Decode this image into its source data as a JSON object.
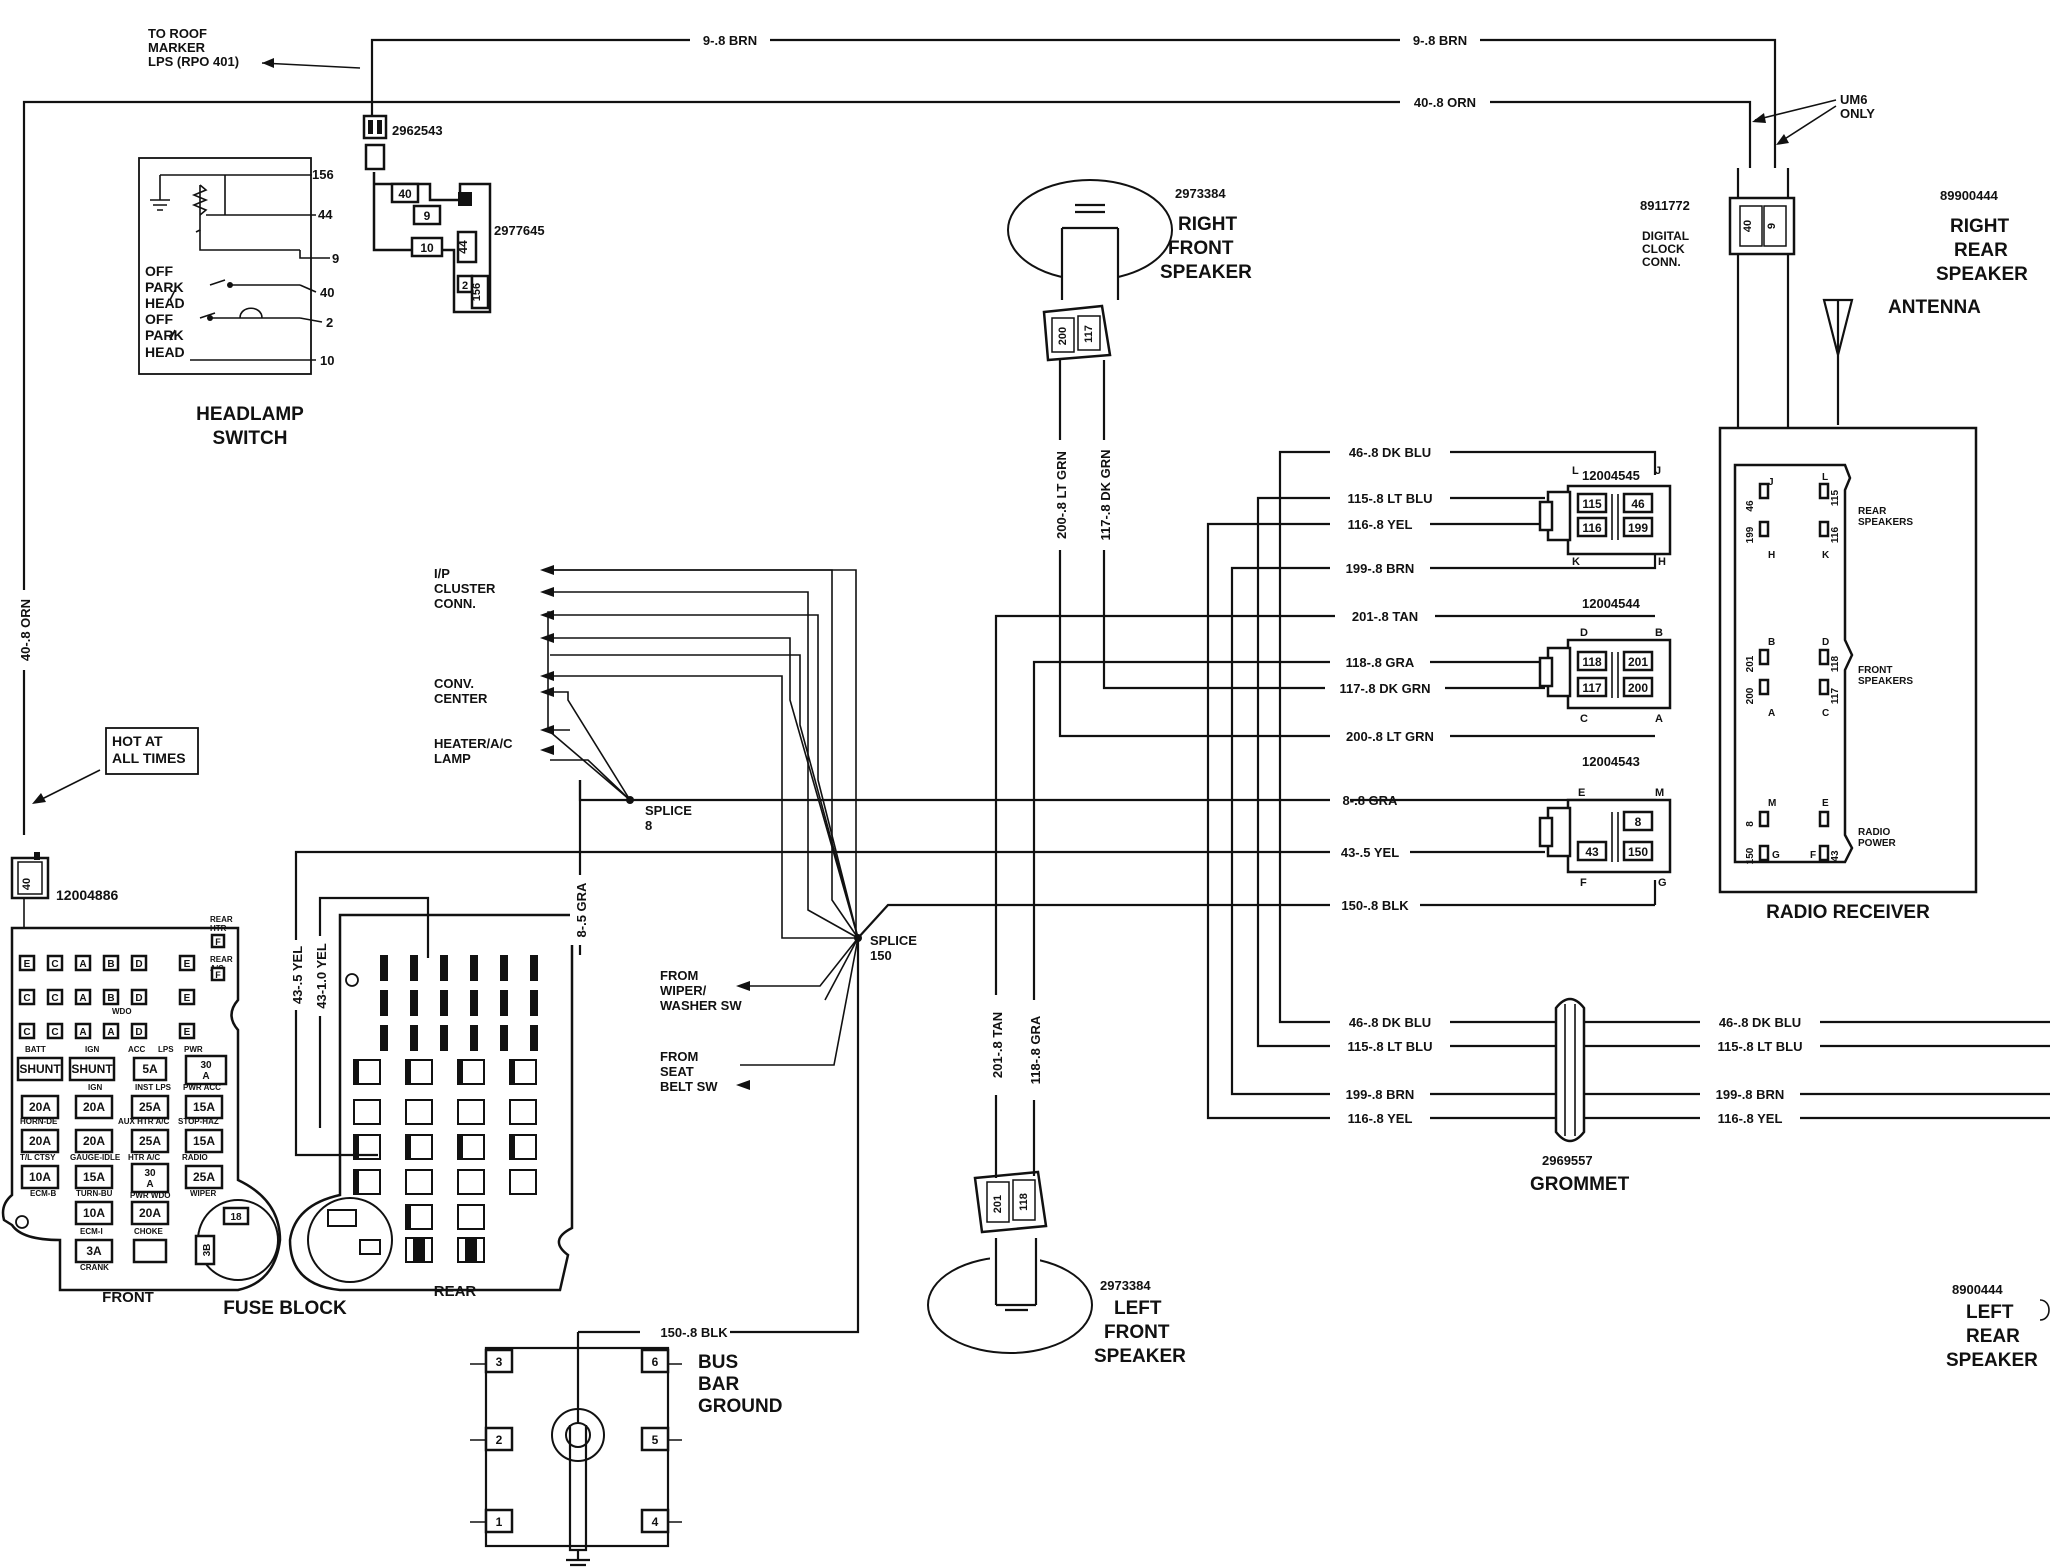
{
  "components": {
    "headlamp_switch": {
      "title1": "HEADLAMP",
      "title2": "SWITCH",
      "pins": [
        "156",
        "44",
        "9",
        "40",
        "2",
        "10"
      ],
      "positions": [
        "OFF",
        "PARK",
        "HEAD",
        "OFF",
        "PARK",
        "HEAD"
      ]
    },
    "roof_marker": {
      "line1": "TO ROOF",
      "line2": "MARKER",
      "line3": "LPS (RPO 401)"
    },
    "connector_2962543": "2962543",
    "connector_2977645": {
      "part": "2977645",
      "pins": [
        "40",
        "9",
        "10",
        "44",
        "2",
        "156"
      ]
    },
    "fuse_block": {
      "title": "FUSE BLOCK",
      "front_label": "FRONT",
      "rear_label": "REAR",
      "connector": "12004886",
      "connector_pin": "40",
      "top_labels": [
        "REAR\nHTR",
        "REAR\nA/C"
      ],
      "row_letters": [
        "E",
        "C",
        "A",
        "B",
        "D",
        "E",
        "C",
        "C",
        "A",
        "B",
        "D",
        "E",
        "C",
        "C",
        "A",
        "A",
        "D",
        "E"
      ],
      "right_letters": [
        "F",
        "F"
      ],
      "mid_tag": "WDO",
      "fuse_labels": [
        "BATT",
        "IGN",
        "ACC",
        "LPS",
        "PWR",
        "HORN-DE",
        "IGN",
        "INST LPS",
        "PWR ACC",
        "T/L CTSY",
        "GAUGE-IDLE",
        "AUX HTR A/C",
        "STOP-HAZ",
        "ECM-B",
        "TURN-BU",
        "HTR A/C",
        "RADIO",
        "ECM-I",
        "CHOKE",
        "CRANK",
        "PWR WDO",
        "WIPER"
      ],
      "fuses": [
        "SHUNT",
        "SHUNT",
        "5A",
        "30\nA",
        "20A",
        "20A",
        "25A",
        "15A",
        "20A",
        "20A",
        "25A",
        "15A",
        "10A",
        "15A",
        "30\nA",
        "25A",
        "10A",
        "20A",
        "3A"
      ],
      "pin_18": "18",
      "pin_3B": "3B"
    },
    "hot_at_all_times": {
      "line1": "HOT AT",
      "line2": "ALL TIMES"
    },
    "ip_cluster": {
      "line1": "I/P",
      "line2": "CLUSTER",
      "line3": "CONN."
    },
    "conv_center": {
      "line1": "CONV.",
      "line2": "CENTER"
    },
    "heater_lamp": {
      "line1": "HEATER/A/C",
      "line2": "LAMP"
    },
    "splice8": {
      "line1": "SPLICE",
      "line2": "8"
    },
    "splice150": {
      "line1": "SPLICE",
      "line2": "150"
    },
    "from_wiper": {
      "line1": "FROM",
      "line2": "WIPER/",
      "line3": "WASHER SW"
    },
    "from_seat": {
      "line1": "FROM",
      "line2": "SEAT",
      "line3": "BELT SW"
    },
    "bus_bar": {
      "line1": "BUS",
      "line2": "BAR",
      "line3": "GROUND",
      "pins": [
        "3",
        "6",
        "2",
        "5",
        "1",
        "4"
      ]
    },
    "right_front_speaker": {
      "part": "2973384",
      "line1": "RIGHT",
      "line2": "FRONT",
      "line3": "SPEAKER",
      "pins": [
        "200",
        "117"
      ]
    },
    "left_front_speaker": {
      "part": "2973384",
      "line1": "LEFT",
      "line2": "FRONT",
      "line3": "SPEAKER",
      "pins": [
        "201",
        "118"
      ]
    },
    "right_rear_speaker": {
      "part": "89900444",
      "line1": "RIGHT",
      "line2": "REAR",
      "line3": "SPEAKER"
    },
    "left_rear_speaker": {
      "part": "8900444",
      "line1": "LEFT",
      "line2": "REAR",
      "line3": "SPEAKER"
    },
    "digital_clock": {
      "part": "8911772",
      "line1": "DIGITAL",
      "line2": "CLOCK",
      "line3": "CONN.",
      "pins": [
        "40",
        "9"
      ]
    },
    "um6": {
      "line1": "UM6",
      "line2": "ONLY"
    },
    "antenna": "ANTENNA",
    "grommet": {
      "part": "2969557",
      "label": "GROMMET"
    },
    "connector_12004545": {
      "part": "12004545",
      "letters": [
        "L",
        "K",
        "J",
        "H"
      ],
      "pins": [
        "115",
        "46",
        "116",
        "199"
      ]
    },
    "connector_12004544": {
      "part": "12004544",
      "letters": [
        "D",
        "B",
        "C",
        "A"
      ],
      "pins": [
        "118",
        "201",
        "117",
        "200"
      ]
    },
    "connector_12004543": {
      "part": "12004543",
      "letters": [
        "E",
        "M",
        "F",
        "G"
      ],
      "pins": [
        "8",
        "43",
        "150"
      ]
    },
    "radio_receiver": {
      "title": "RADIO RECEIVER",
      "groups": [
        "REAR\nSPEAKERS",
        "FRONT\nSPEAKERS",
        "RADIO\nPOWER"
      ],
      "pins_left": [
        "46",
        "199",
        "201",
        "200",
        "8",
        "150"
      ],
      "letters_left": [
        "J",
        "H",
        "B",
        "A",
        "M",
        "G"
      ],
      "pins_right": [
        "115",
        "116",
        "118",
        "117",
        "43"
      ],
      "letters_right": [
        "L",
        "K",
        "D",
        "C",
        "E",
        "F"
      ]
    }
  },
  "wires": {
    "w9_brn": "9-.8 BRN",
    "w40_orn": "40-.8 ORN",
    "w46": "46-.8 DK BLU",
    "w115": "115-.8 LT BLU",
    "w116": "116-.8 YEL",
    "w199": "199-.8 BRN",
    "w201": "201-.8 TAN",
    "w118": "118-.8 GRA",
    "w117": "117-.8 DK GRN",
    "w200": "200-.8 LT GRN",
    "w8": "8-.8 GRA",
    "w43": "43-.5 YEL",
    "w150": "150-.8 BLK",
    "w8_5": "8-.5 GRA",
    "w43_10": "43-1.0 YEL"
  }
}
